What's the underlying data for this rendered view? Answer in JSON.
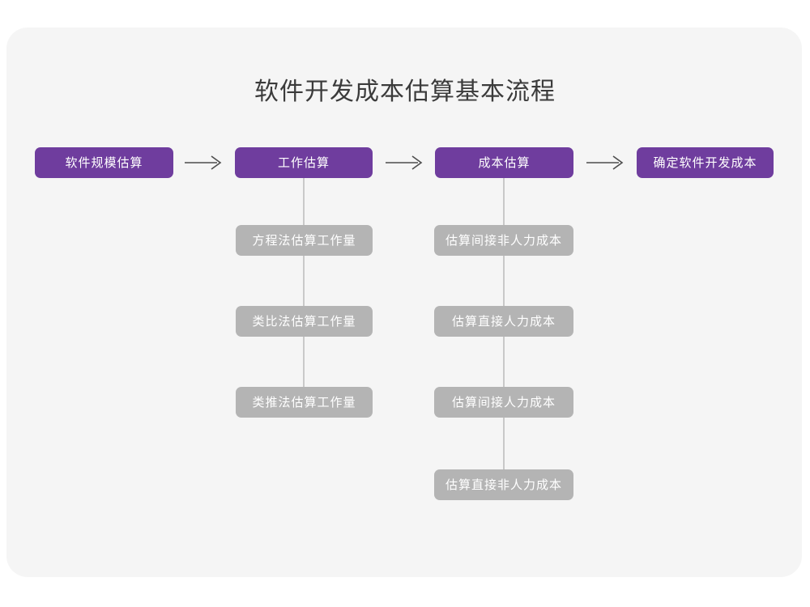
{
  "diagram": {
    "title": "软件开发成本估算基本流程",
    "title_color": "#3b3b3b",
    "background_color": "#f5f5f5",
    "page_background_color": "#ffffff",
    "primary_node_color": "#6f3d9e",
    "secondary_node_color": "#b4b4b4",
    "connector_color": "#c9c9c9",
    "arrow_color": "#4d4d4d",
    "type": "flowchart",
    "main_flow": [
      {
        "label": "软件规模估算"
      },
      {
        "label": "工作估算"
      },
      {
        "label": "成本估算"
      },
      {
        "label": "确定软件开发成本"
      }
    ],
    "arrows": [
      {
        "glyph": "⟶",
        "name": "flow-arrow-1"
      },
      {
        "glyph": "⟶",
        "name": "flow-arrow-2"
      },
      {
        "glyph": "⟶",
        "name": "flow-arrow-3"
      }
    ],
    "effort_branch": {
      "parent": "工作估算",
      "items": [
        {
          "label": "方程法估算工作量"
        },
        {
          "label": "类比法估算工作量"
        },
        {
          "label": "类推法估算工作量"
        }
      ]
    },
    "cost_branch": {
      "parent": "成本估算",
      "items": [
        {
          "label": "估算间接非人力成本"
        },
        {
          "label": "估算直接人力成本"
        },
        {
          "label": "估算间接人力成本"
        },
        {
          "label": "估算直接非人力成本"
        }
      ]
    }
  }
}
